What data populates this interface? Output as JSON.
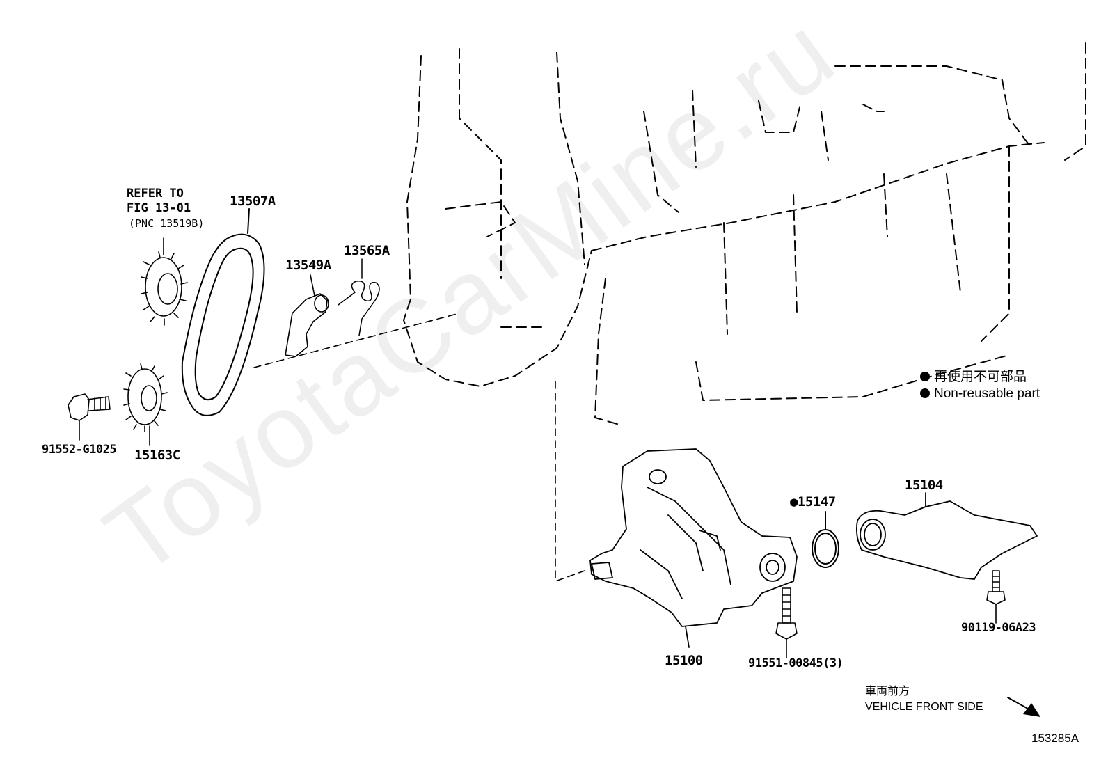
{
  "diagram_id": "153285A",
  "watermark": "ToyotaCarMine.ru",
  "reference": {
    "line1": "REFER TO",
    "line2": "FIG 13-01",
    "line3": "(PNC 13519B)"
  },
  "parts": {
    "chain": "13507A",
    "slipper": "13549A",
    "spring": "13565A",
    "bolt_sprocket": "91552-G1025",
    "sprocket": "15163C",
    "oil_pump": "15100",
    "o_ring": "●15147",
    "strainer": "15104",
    "pump_bolt": "91551-00845(3)",
    "strainer_bolt": "90119-06A23"
  },
  "legend": {
    "jp": "再使用不可部品",
    "en": "Non-reusable part"
  },
  "orientation": {
    "jp": "車両前方",
    "en": "VEHICLE FRONT SIDE"
  }
}
